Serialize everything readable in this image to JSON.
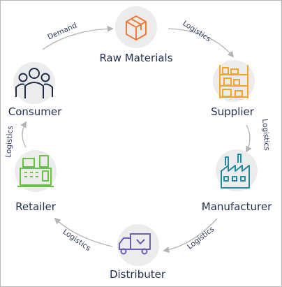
{
  "nodes": {
    "raw_materials": {
      "label": "Raw Materials",
      "icon": "box-icon",
      "color": "#f07a3a"
    },
    "supplier": {
      "label": "Supplier",
      "icon": "warehouse-shelves-icon",
      "color": "#f5a623"
    },
    "manufacturer": {
      "label": "Manufacturer",
      "icon": "factory-icon",
      "color": "#1f8a9e"
    },
    "distributer": {
      "label": "Distributer",
      "icon": "delivery-truck-icon",
      "color": "#6b5fb5"
    },
    "retailer": {
      "label": "Retailer",
      "icon": "cash-register-icon",
      "color": "#6cbf4a"
    },
    "consumer": {
      "label": "Consumer",
      "icon": "people-group-icon",
      "color": "#1f2d4d"
    }
  },
  "edges": {
    "consumer_to_raw": {
      "label": "Demand"
    },
    "raw_to_supplier": {
      "label": "Logistics"
    },
    "supplier_to_manufacturer": {
      "label": "Logistics"
    },
    "manufacturer_to_distributer": {
      "label": "Logistics"
    },
    "distributer_to_retailer": {
      "label": "Logistics"
    },
    "retailer_to_consumer": {
      "label": "Logistics"
    }
  },
  "colors": {
    "circle_bg": "#ececec",
    "arrow": "#b4b4b4",
    "text": "#1f2d4d"
  }
}
